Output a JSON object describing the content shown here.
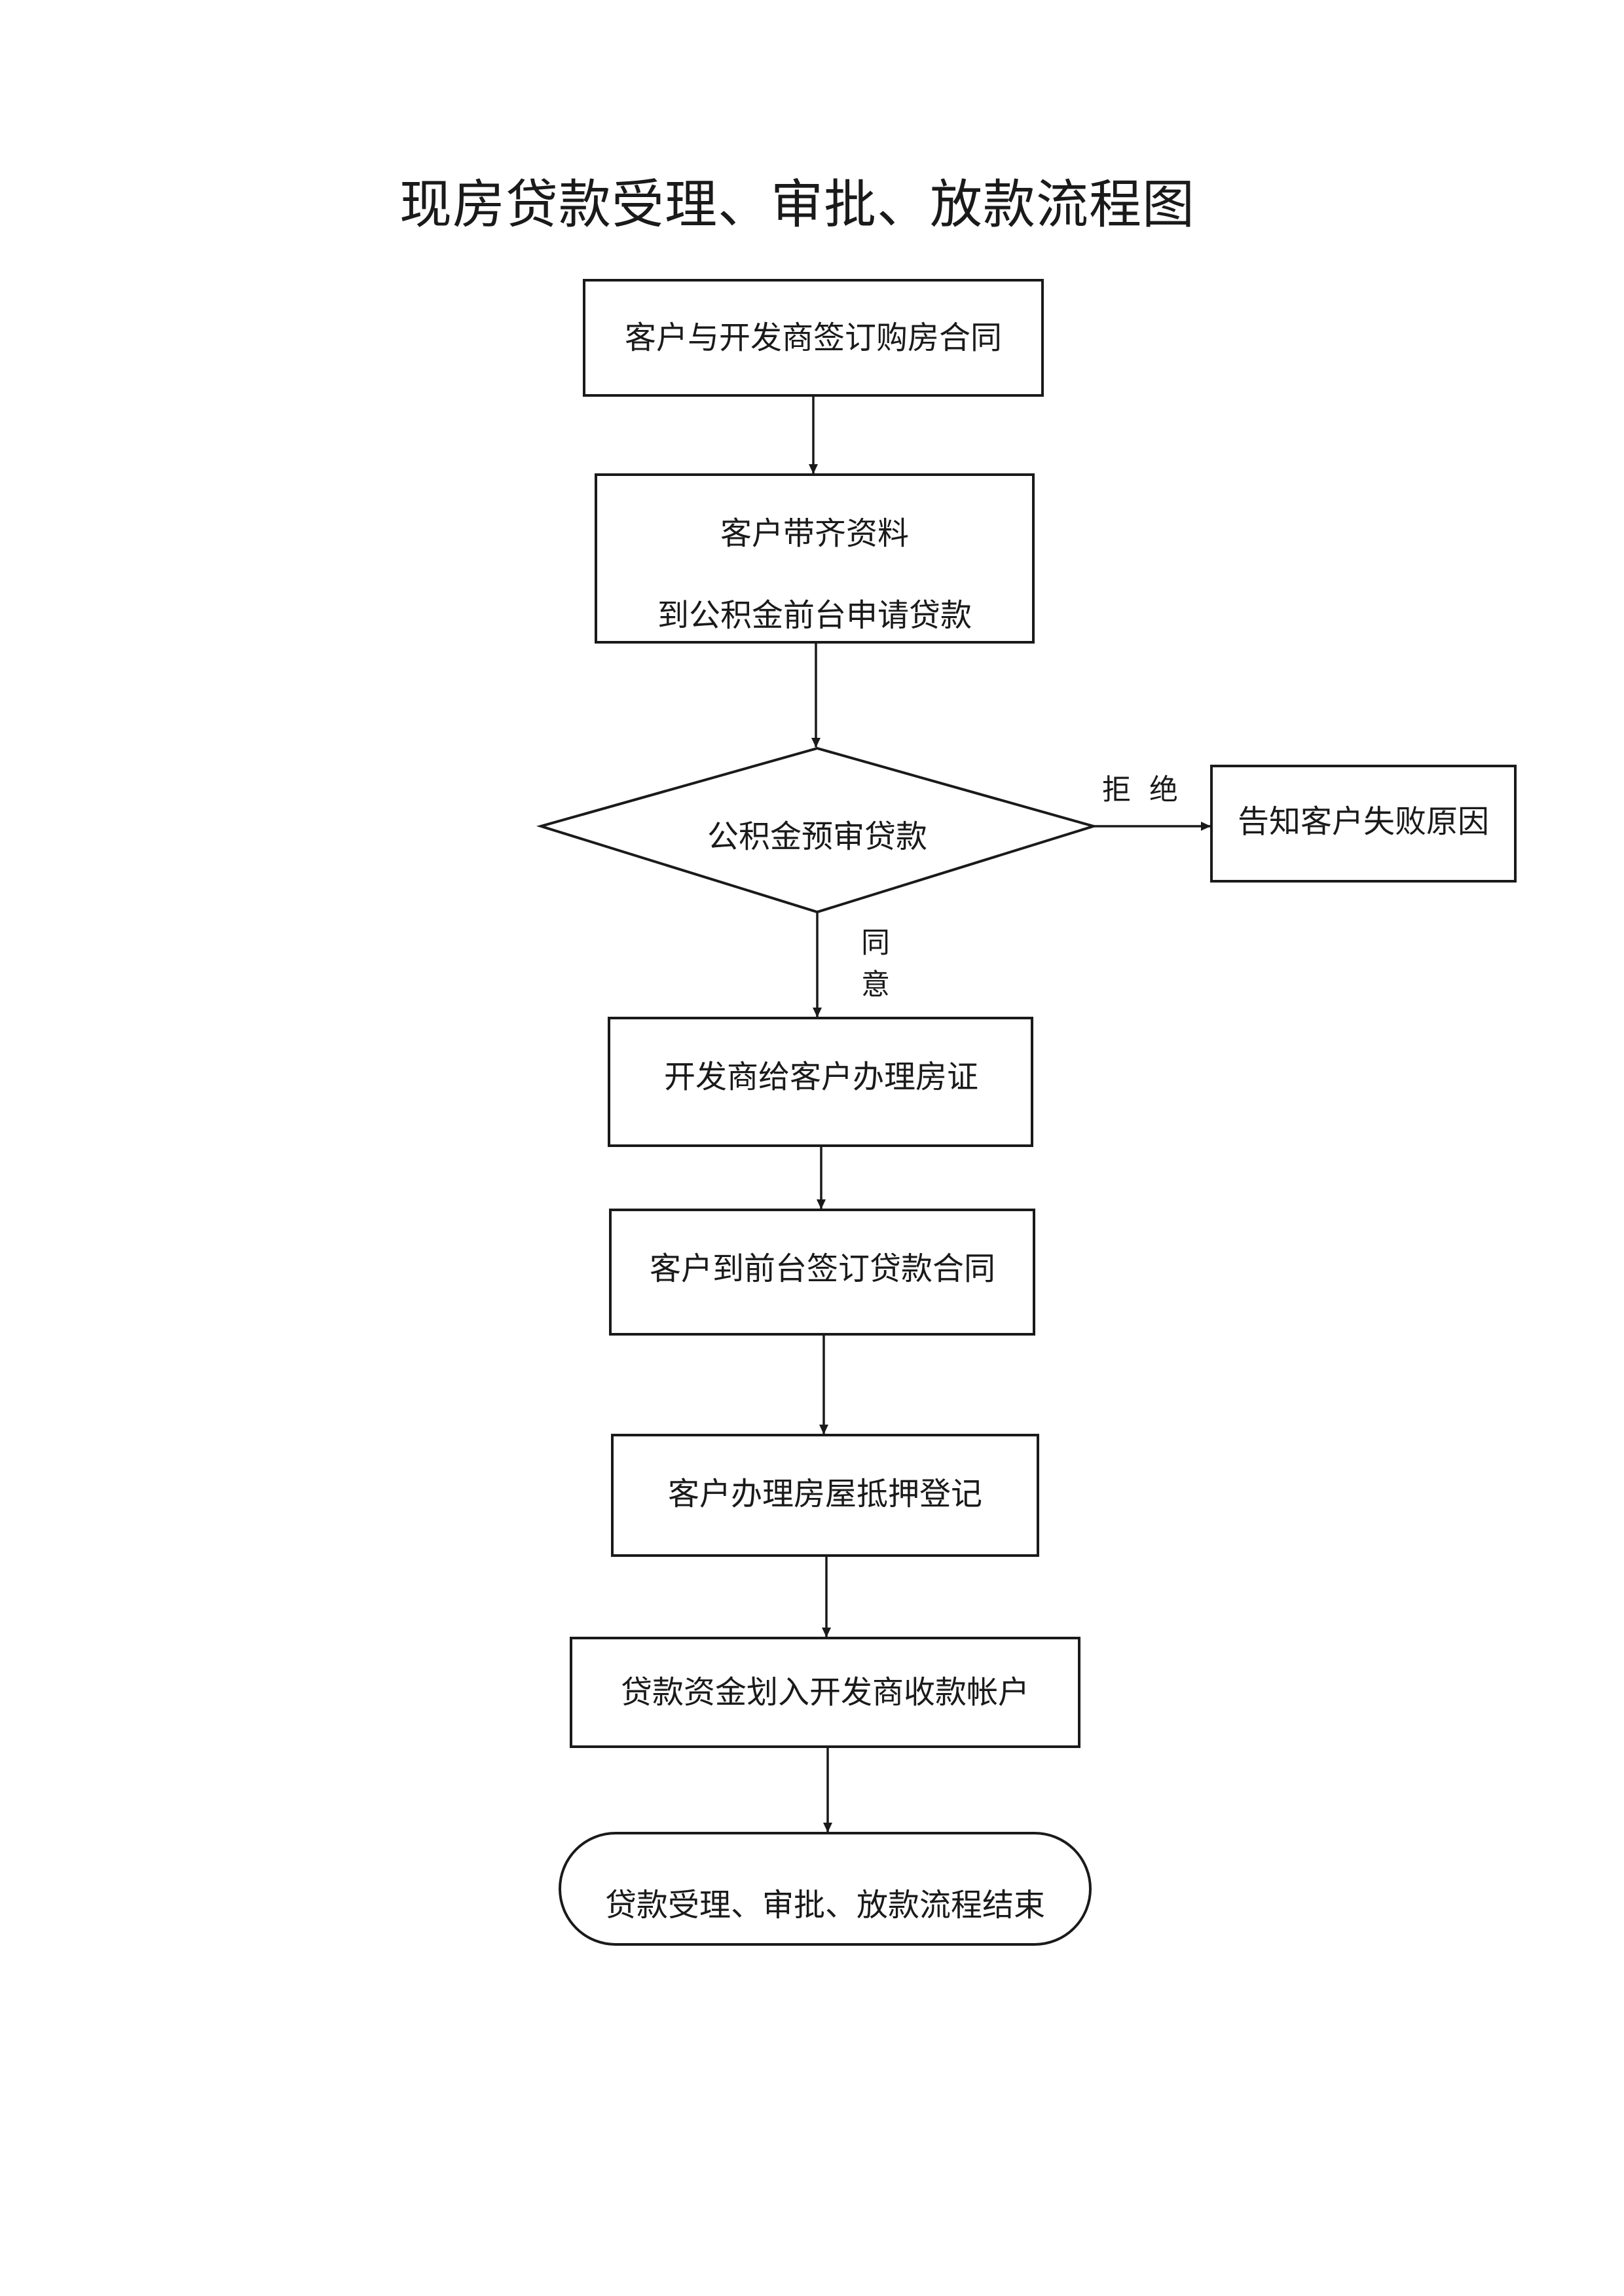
{
  "title": "现房贷款受理、审批、放款流程图",
  "nodes": {
    "sign_purchase": "客户与开发商签订购房合同",
    "apply_line1": "客户带齐资料",
    "apply_line2": "到公积金前台申请贷款",
    "pre_review": "公积金预审贷款",
    "notify_failure": "告知客户失败原因",
    "property_cert": "开发商给客户办理房证",
    "loan_contract": "客户到前台签订贷款合同",
    "mortgage_register": "客户办理房屋抵押登记",
    "funds_transfer": "贷款资金划入开发商收款帐户",
    "end": "贷款受理、审批、放款流程结束"
  },
  "edge_labels": {
    "reject": "拒绝",
    "approve": "同意"
  }
}
